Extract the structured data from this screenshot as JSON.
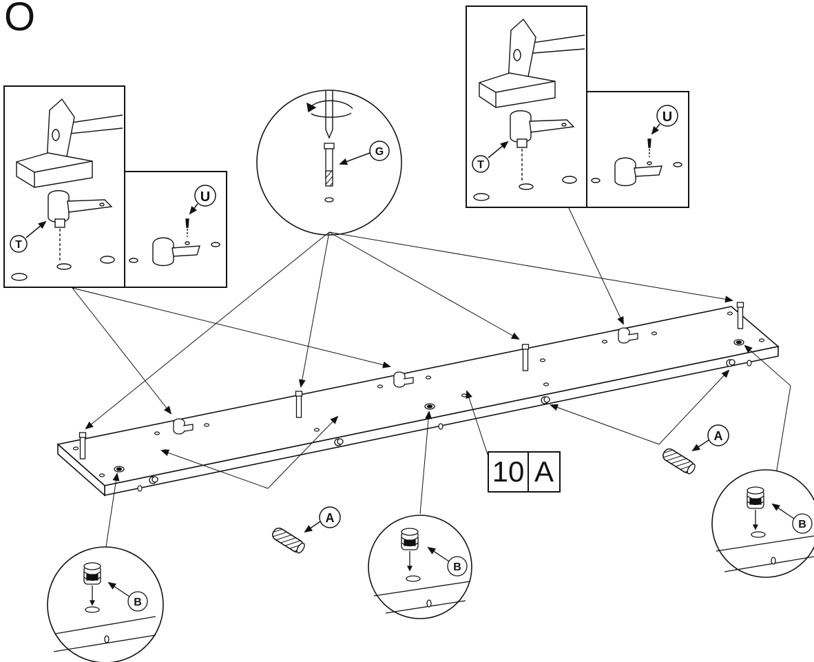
{
  "step_label": "O",
  "panel_label": {
    "number": "10",
    "letter": "A"
  },
  "callouts": {
    "tee_nut": "T",
    "screw": "U",
    "dowel_pin": "G",
    "wood_dowel": "A",
    "cam_lock": "B"
  },
  "colors": {
    "ink": "#111111",
    "paper": "#ffffff",
    "shade": "#cccccc"
  }
}
